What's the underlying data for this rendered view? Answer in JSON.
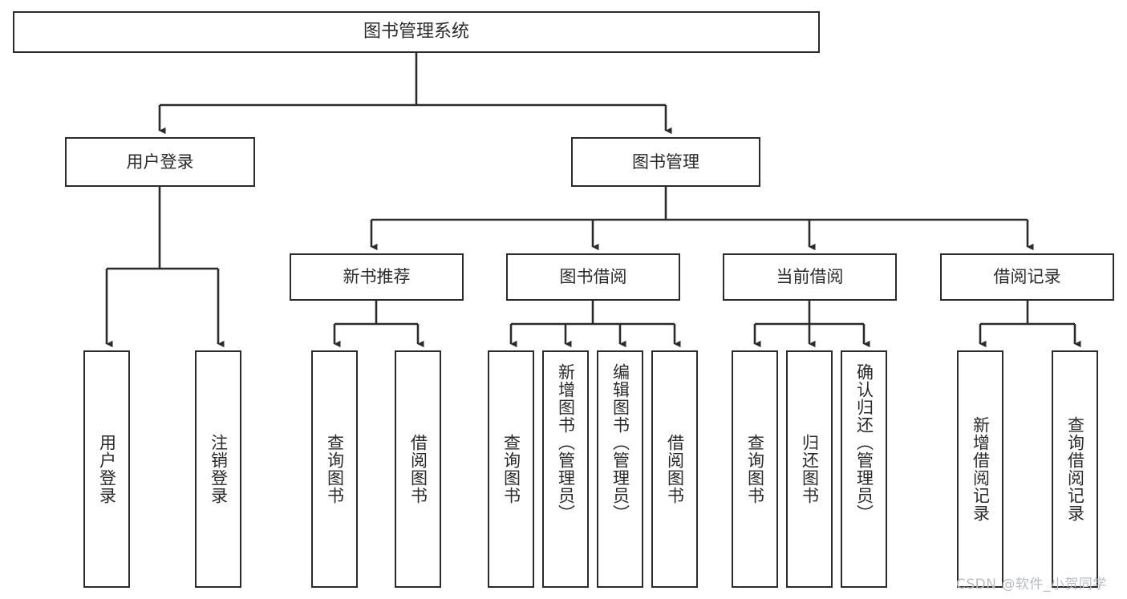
{
  "diagram": {
    "title": "图书管理系统",
    "type": "tree-hierarchy",
    "watermark": "CSDN @软件_小贺同学",
    "colors": {
      "box_border": "#2b2b2b",
      "box_fill": "#ffffff",
      "text": "#2a2a2a",
      "edge": "#2b2b2b",
      "watermark": "#b9bcc0",
      "background": "#ffffff"
    },
    "root": {
      "label": "图书管理系统"
    },
    "level1": [
      {
        "label": "用户登录"
      },
      {
        "label": "图书管理"
      }
    ],
    "level2": [
      {
        "label": "新书推荐"
      },
      {
        "label": "图书借阅"
      },
      {
        "label": "当前借阅"
      },
      {
        "label": "借阅记录"
      }
    ],
    "leaves": {
      "user_login": [
        {
          "label": "用户登录"
        },
        {
          "label": "注销登录"
        }
      ],
      "new_book_recommend": [
        {
          "label": "查询图书"
        },
        {
          "label": "借阅图书"
        }
      ],
      "book_borrow": [
        {
          "label": "查询图书"
        },
        {
          "label": "新增图书（管理员）"
        },
        {
          "label": "编辑图书（管理员）"
        },
        {
          "label": "借阅图书"
        }
      ],
      "current_borrow": [
        {
          "label": "查询图书"
        },
        {
          "label": "归还图书"
        },
        {
          "label": "确认归还（管理员）"
        }
      ],
      "borrow_record": [
        {
          "label": "新增借阅记录"
        },
        {
          "label": "查询借阅记录"
        }
      ]
    }
  }
}
